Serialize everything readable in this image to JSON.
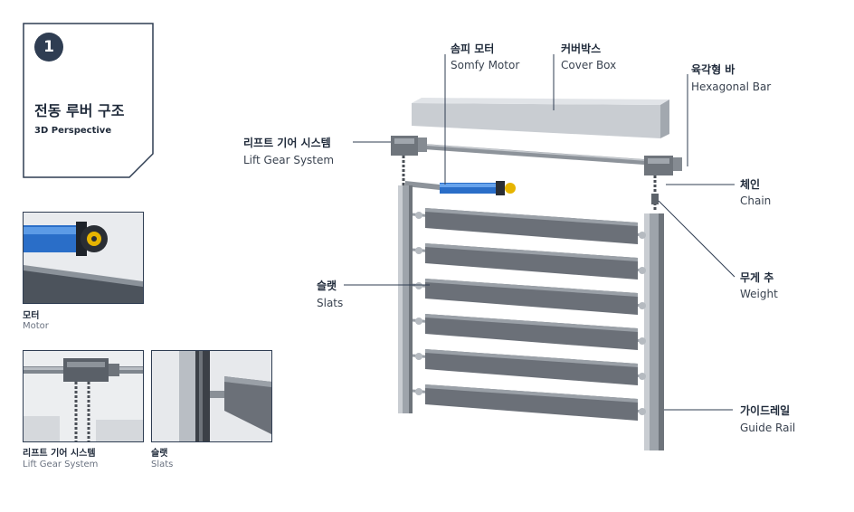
{
  "card": {
    "number": "1",
    "title": "전동 루버 구조",
    "subtitle": "3D Perspective"
  },
  "thumbs": [
    {
      "ko": "모터",
      "en": "Motor"
    },
    {
      "ko": "리프트 기어 시스템",
      "en": "Lift Gear System"
    },
    {
      "ko": "슬랫",
      "en": "Slats"
    }
  ],
  "labels": {
    "motor": {
      "ko": "솜피 모터",
      "en": "Somfy Motor"
    },
    "coverbox": {
      "ko": "커버박스",
      "en": "Cover Box"
    },
    "hexbar": {
      "ko": "육각형 바",
      "en": "Hexagonal Bar"
    },
    "liftgear": {
      "ko": "리프트 기어 시스템",
      "en": "Lift Gear System"
    },
    "chain": {
      "ko": "체인",
      "en": "Chain"
    },
    "slats": {
      "ko": "슬랫",
      "en": "Slats"
    },
    "weight": {
      "ko": "무게 추",
      "en": "Weight"
    },
    "guiderail": {
      "ko": "가이드레일",
      "en": "Guide Rail"
    }
  },
  "colors": {
    "accent": "#2f3d52",
    "motor_blue": "#2a6ec8",
    "motor_yellow": "#e6b400",
    "slat": "#6b7078"
  }
}
